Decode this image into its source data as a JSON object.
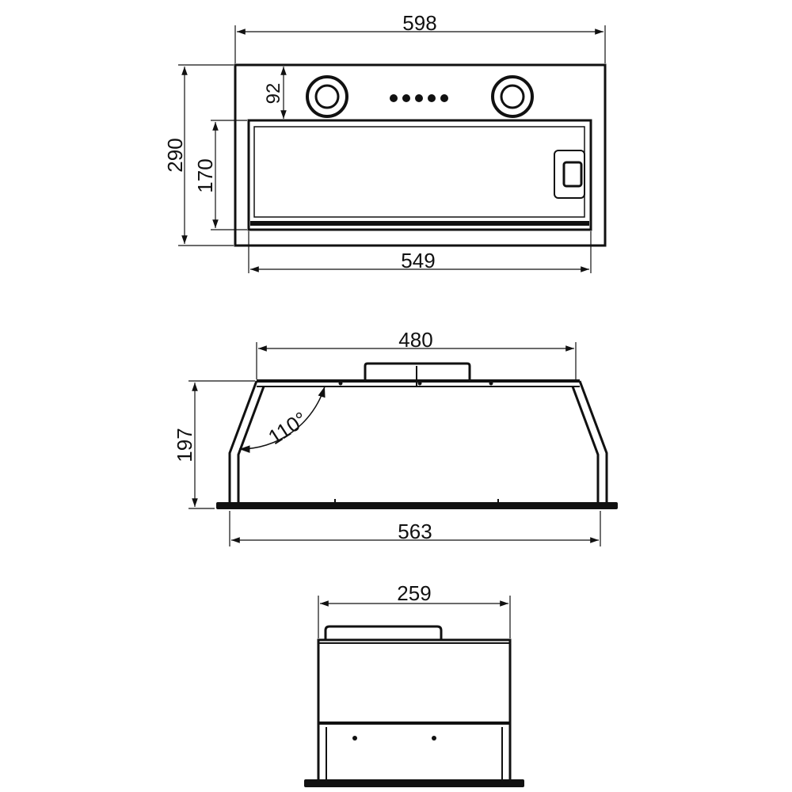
{
  "front_view": {
    "overall_width": "598",
    "overall_height": "290",
    "top_offset": "92",
    "filter_height": "170",
    "filter_width": "549",
    "control_buttons": 5
  },
  "side_view": {
    "top_width": "480",
    "height": "197",
    "angle": "110°",
    "bottom_width": "563"
  },
  "end_view": {
    "width": "259"
  },
  "colors": {
    "stroke": "#111111",
    "background": "#ffffff"
  }
}
